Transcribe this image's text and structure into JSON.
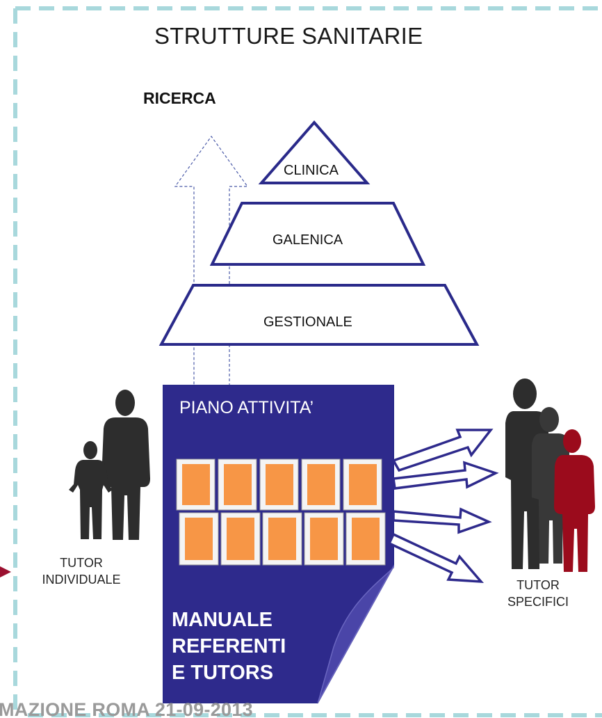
{
  "title": "STRUTTURE SANITARIE",
  "ricerca_label": "RICERCA",
  "pyramid": {
    "top": "CLINICA",
    "middle": "GALENICA",
    "bottom": "GESTIONALE"
  },
  "document": {
    "header": "PIANO ATTIVITA’",
    "footer_lines": [
      "MANUALE",
      "REFERENTI",
      "E TUTORS"
    ]
  },
  "tutor_individuale": [
    "TUTOR",
    "INDIVIDUALE"
  ],
  "tutor_specifici": [
    "TUTOR",
    "SPECIFICI"
  ],
  "footer_text": "MAZIONE   ROMA 21-09-2013",
  "colors": {
    "frame_dash": "#a8d8dc",
    "navy": "#2e2a8c",
    "pyramid_stroke": "#2a2a8a",
    "orange": "#f79646",
    "person_dark": "#2d2d2d",
    "person_red": "#9b0b1c",
    "arrow_crimson": "#9b1030"
  }
}
